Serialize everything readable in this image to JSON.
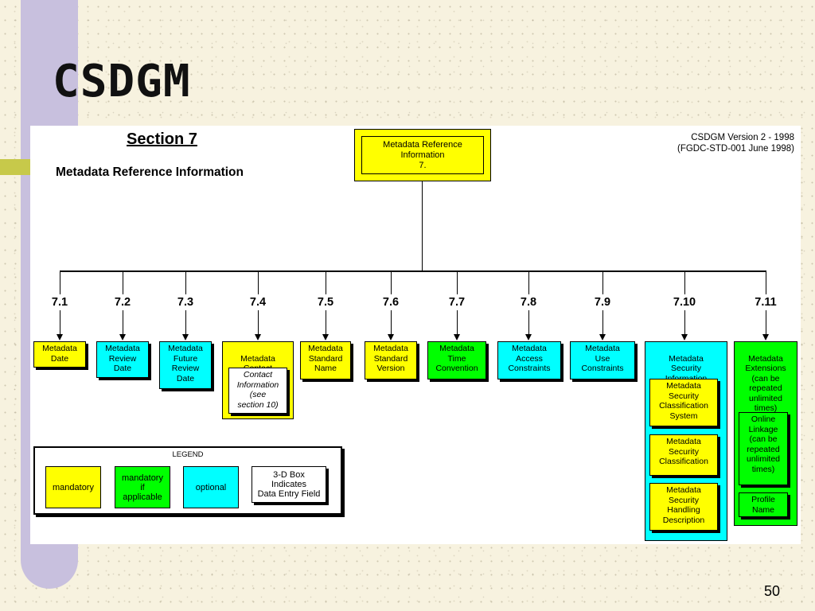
{
  "slide": {
    "title": "CSDGM",
    "page_number": "50"
  },
  "diagram": {
    "section_heading": "Section 7",
    "section_subheading": "Metadata Reference Information",
    "version_line1": "CSDGM Version 2 - 1998",
    "version_line2": "(FGDC-STD-001 June 1998)",
    "root_label": "Metadata Reference\nInformation\n7.",
    "children": [
      {
        "num": "7.1",
        "label": "Metadata\nDate",
        "category": "mandatory"
      },
      {
        "num": "7.2",
        "label": "Metadata\nReview\nDate",
        "category": "optional"
      },
      {
        "num": "7.3",
        "label": "Metadata\nFuture\nReview\nDate",
        "category": "optional"
      },
      {
        "num": "7.4",
        "label": "Metadata\nContact",
        "category": "mandatory",
        "sub": [
          "Contact\nInformation\n(see\nsection 10)"
        ]
      },
      {
        "num": "7.5",
        "label": "Metadata\nStandard\nName",
        "category": "mandatory"
      },
      {
        "num": "7.6",
        "label": "Metadata\nStandard\nVersion",
        "category": "mandatory"
      },
      {
        "num": "7.7",
        "label": "Metadata\nTime\nConvention",
        "category": "mandatory if applicable"
      },
      {
        "num": "7.8",
        "label": "Metadata\nAccess\nConstraints",
        "category": "optional"
      },
      {
        "num": "7.9",
        "label": "Metadata\nUse\nConstraints",
        "category": "optional"
      },
      {
        "num": "7.10",
        "label": "Metadata\nSecurity\nInformation",
        "category": "optional",
        "sub": [
          "Metadata\nSecurity\nClassification\nSystem",
          "Metadata\nSecurity\nClassification",
          "Metadata\nSecurity\nHandling\nDescription"
        ]
      },
      {
        "num": "7.11",
        "label": "Metadata\nExtensions\n(can be\nrepeated\nunlimited\ntimes)",
        "category": "mandatory if applicable",
        "sub": [
          "Online\nLinkage\n(can be\nrepeated\nunlimited\ntimes)",
          "Profile\nName"
        ]
      }
    ],
    "legend": {
      "title": "LEGEND",
      "items": [
        {
          "label": "mandatory",
          "color": "#ffff00"
        },
        {
          "label": "mandatory\nif\napplicable",
          "color": "#00ff00"
        },
        {
          "label": "optional",
          "color": "#00ffff"
        },
        {
          "label": "3-D Box\nIndicates\nData Entry Field",
          "color": "#ffffff"
        }
      ]
    },
    "colors": {
      "mandatory": "#ffff00",
      "mandatory_if_applicable": "#00ff00",
      "optional": "#00ffff"
    }
  }
}
